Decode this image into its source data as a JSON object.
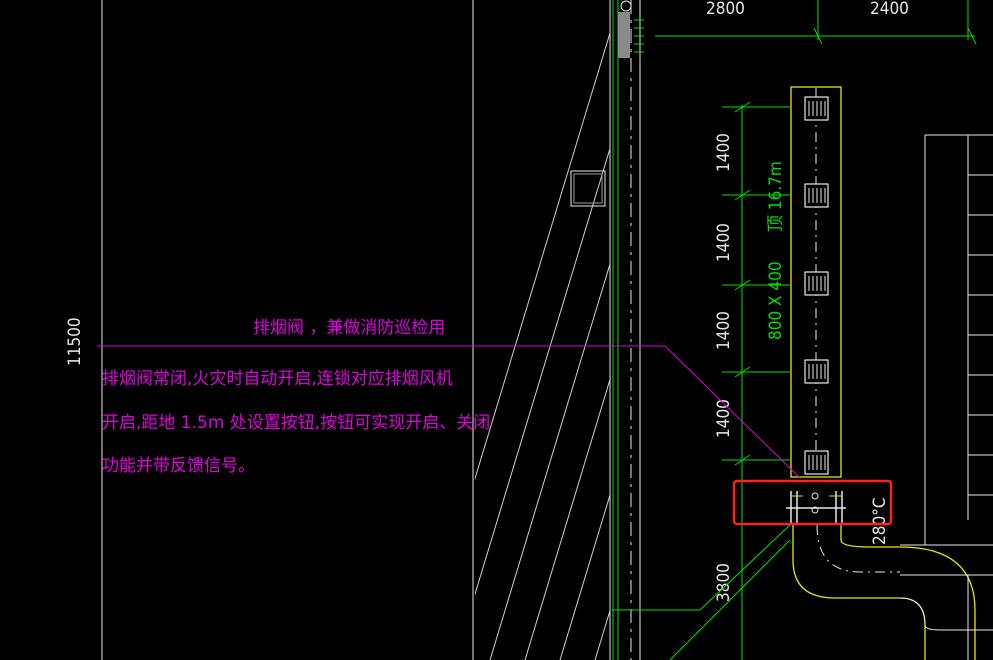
{
  "colors": {
    "background": "#000000",
    "magenta": "#e000e0",
    "green": "#00e000",
    "yellow": "#e6e600",
    "white": "#e8e8e8",
    "red": "#ff2020",
    "grey": "#9a9a9a"
  },
  "drawing": {
    "dimensions": {
      "top_left": "2800",
      "top_right": "2400",
      "left_overall": "11500",
      "v_1": "1400",
      "v_2": "1400",
      "v_3": "1400",
      "v_4": "1400",
      "v_5": "3800"
    },
    "duct_label": {
      "size": "800 X 400",
      "elevation": "顶 16.7m"
    },
    "damper_temp": "280°C",
    "notes": {
      "line1": "排烟阀    ，兼做消防巡检用",
      "line2": "排烟阀常闭,火灾时自动开启,连锁对应排烟风机",
      "line3": "开启,距地          1.5m    处设置按钮,按钮可实现开启、关闭",
      "line4": "功能并带反馈信号。"
    }
  }
}
